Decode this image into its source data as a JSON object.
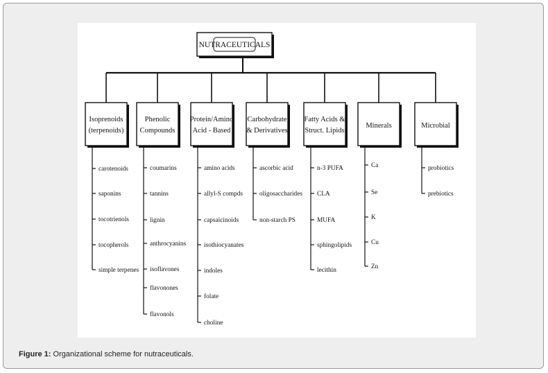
{
  "figure": {
    "root_label": "NUTRACEUTICALS",
    "categories": [
      {
        "lines": [
          "Isoprenoids",
          "(terpenoids)"
        ],
        "items": [
          "carotenoids",
          "saponins",
          "tocotrienols",
          "tocopherols",
          "simple terpenes"
        ]
      },
      {
        "lines": [
          "Phenolic",
          "Compounds"
        ],
        "items": [
          "coumarins",
          "tannins",
          "lignin",
          "anthrocyanins",
          "isoflavones",
          "flavonones",
          "flavonols"
        ]
      },
      {
        "lines": [
          "Protein/Amino",
          "Acid - Based"
        ],
        "items": [
          "amino acids",
          "allyl-S compds",
          "capsaicinoids",
          "isothiocyanates",
          "indoles",
          "folate",
          "choline"
        ]
      },
      {
        "lines": [
          "Carbohydrate",
          "& Derivatives"
        ],
        "items": [
          "ascorbic acid",
          "oligosaccharides",
          "non-starch PS"
        ]
      },
      {
        "lines": [
          "Fatty Acids &",
          "Struct. Lipids"
        ],
        "items": [
          "n-3 PUFA",
          "CLA",
          "MUFA",
          "sphingolipids",
          "lecithin"
        ]
      },
      {
        "lines": [
          "Minerals"
        ],
        "items": [
          "Ca",
          "Se",
          "K",
          "Cu",
          "Zn"
        ]
      },
      {
        "lines": [
          "Microbial"
        ],
        "items": [
          "probiotics",
          "prebiotics"
        ]
      }
    ]
  },
  "caption": {
    "label": "Figure 1:",
    "text": " Organizational scheme for nutraceuticals."
  }
}
